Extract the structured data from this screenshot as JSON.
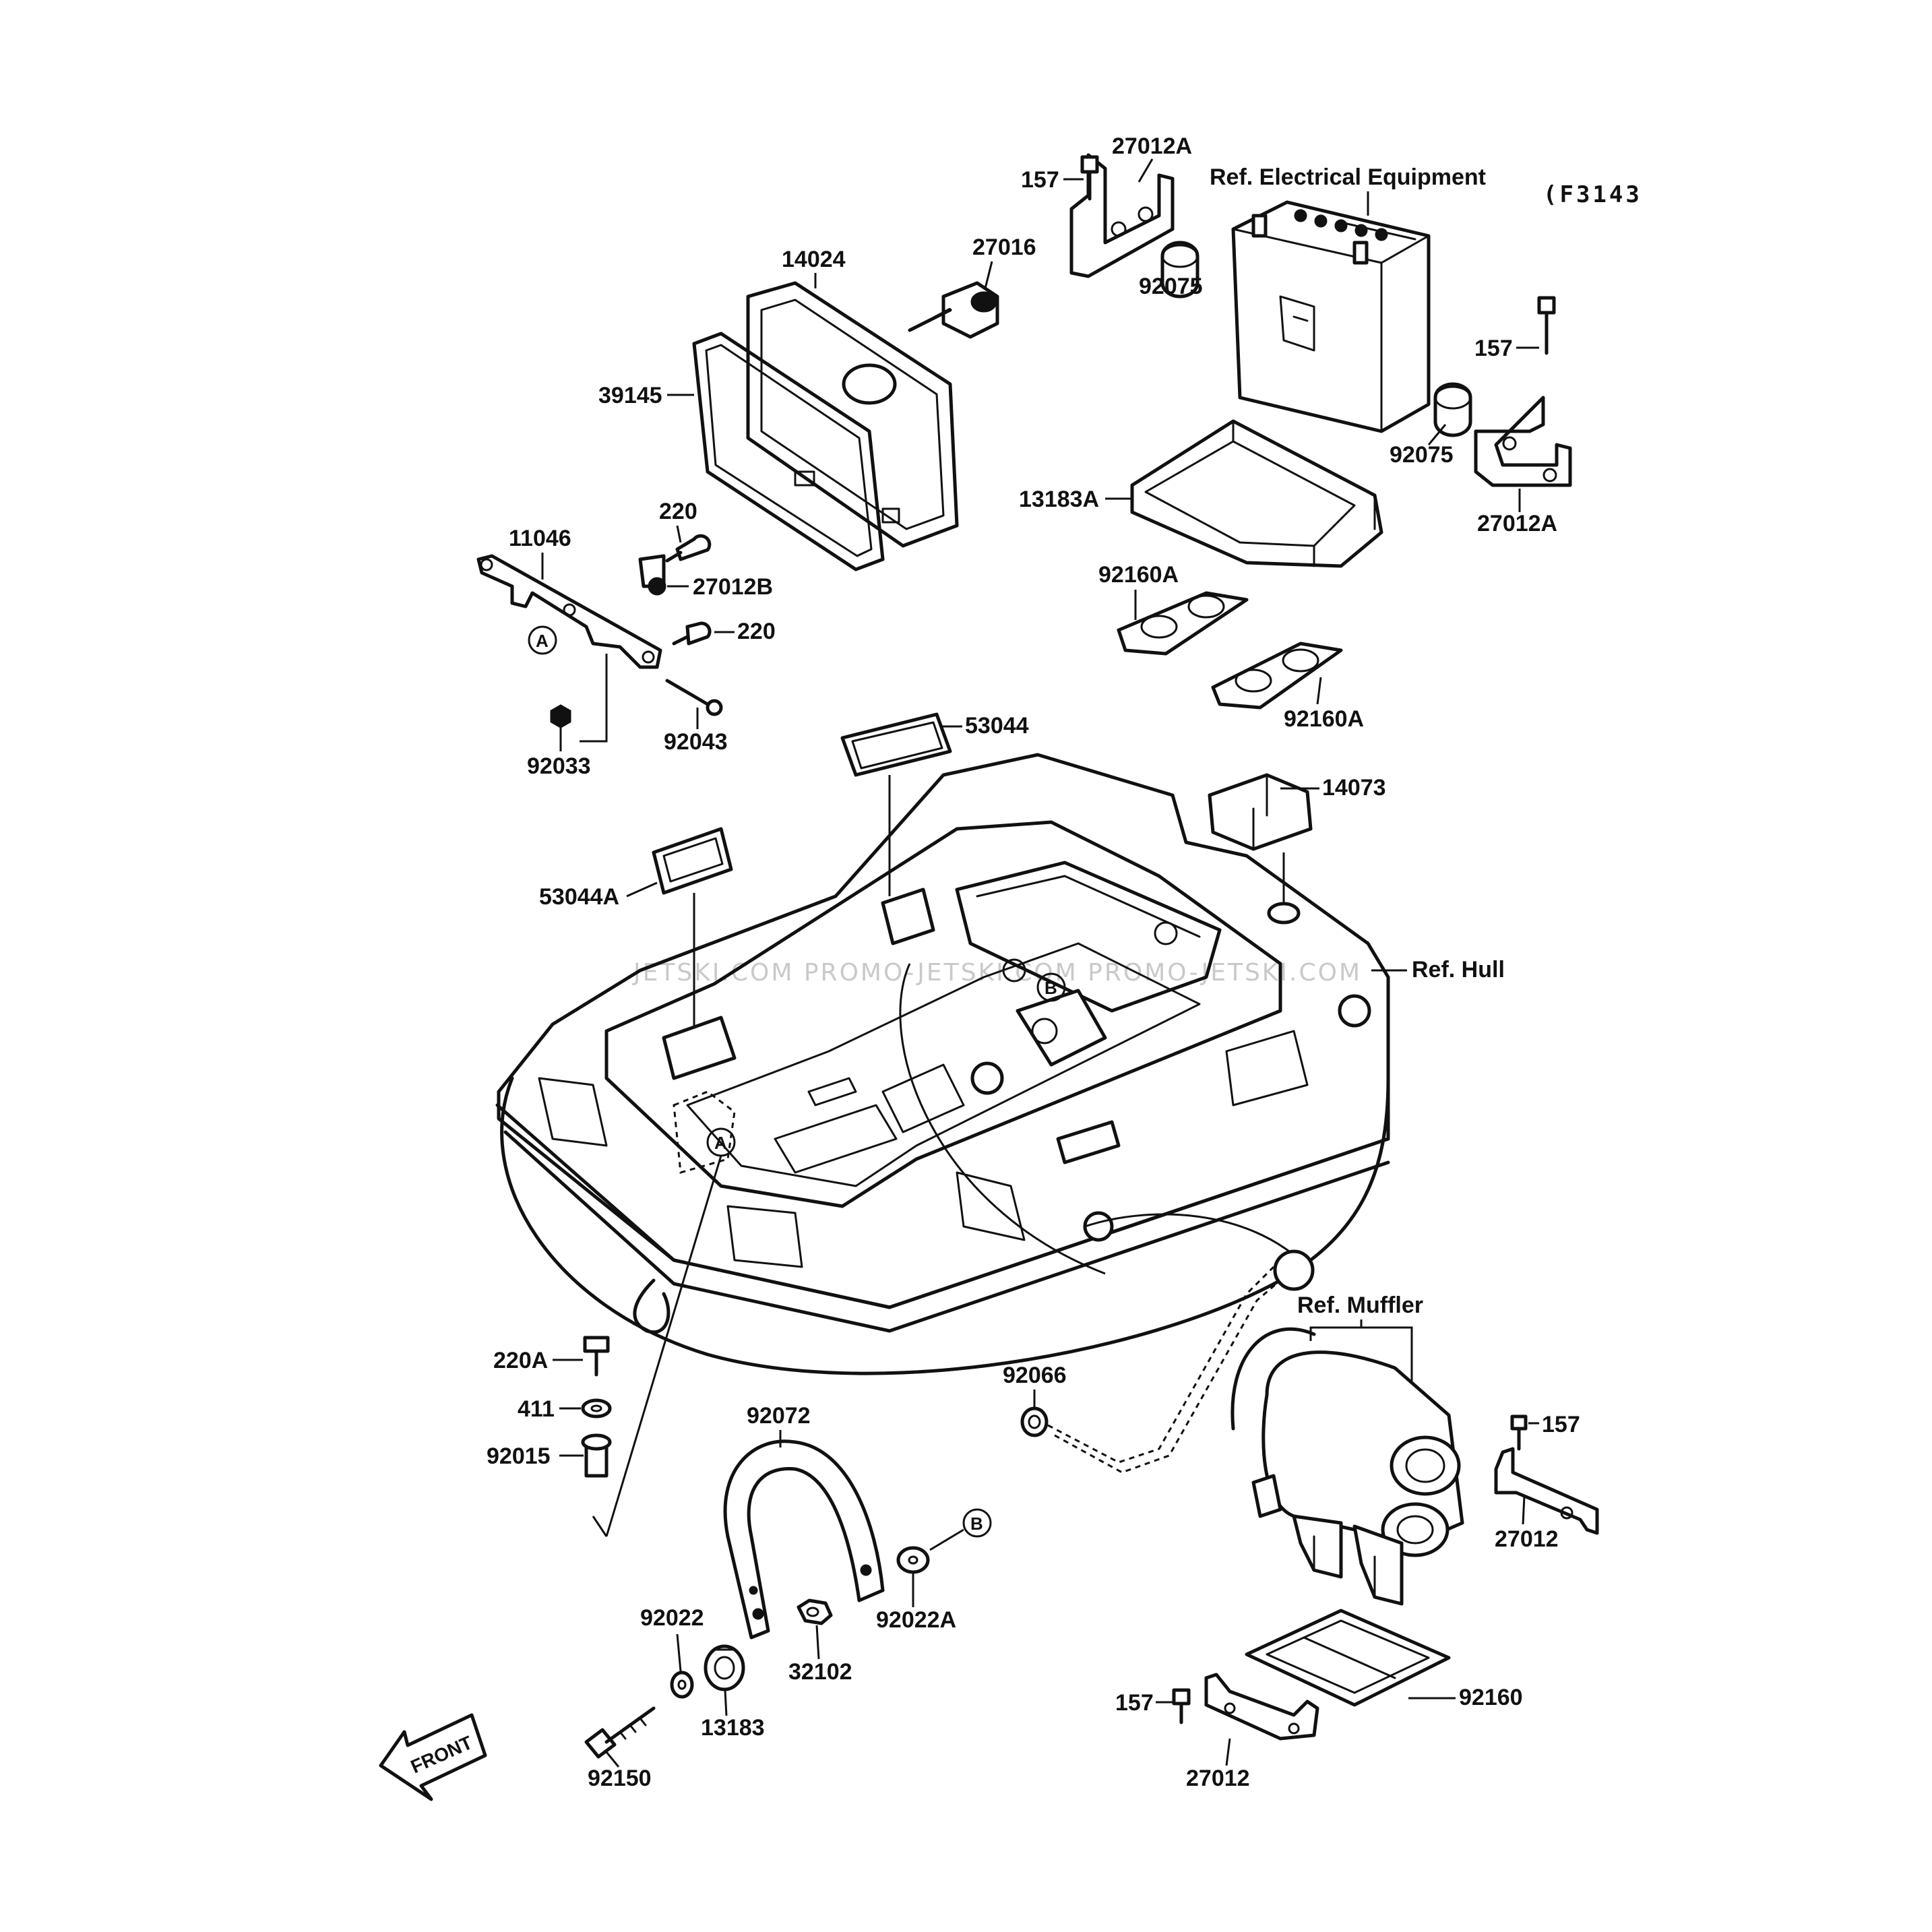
{
  "diagram_ref": "(F3143",
  "watermark": "JETSKI.COM PROMO-JETSKI.COM PROMO-JETSKI.COM",
  "front_label": "FRONT",
  "markers": {
    "a": "A",
    "b": "B"
  },
  "refs": {
    "electrical": "Ref. Electrical Equipment",
    "hull": "Ref. Hull",
    "muffler": "Ref. Muffler"
  },
  "parts": {
    "p157_a": "157",
    "p27012A_a": "27012A",
    "p27016": "27016",
    "p14024": "14024",
    "p92075_a": "92075",
    "p157_b": "157",
    "p39145": "39145",
    "p92075_b": "92075",
    "p27012A_b": "27012A",
    "p13183A": "13183A",
    "p220_a": "220",
    "p11046": "11046",
    "p27012B": "27012B",
    "p220_b": "220",
    "p92160A_a": "92160A",
    "p92033": "92033",
    "p92043": "92043",
    "p92160A_b": "92160A",
    "p53044": "53044",
    "p14073": "14073",
    "p53044A": "53044A",
    "p220A": "220A",
    "p411": "411",
    "p92015": "92015",
    "p92072": "92072",
    "p92066": "92066",
    "p157_c": "157",
    "p27012_a": "27012",
    "p92022": "92022",
    "p92022A": "92022A",
    "p32102": "32102",
    "p13183": "13183",
    "p92150": "92150",
    "p157_d": "157",
    "p92160": "92160",
    "p27012_b": "27012"
  }
}
